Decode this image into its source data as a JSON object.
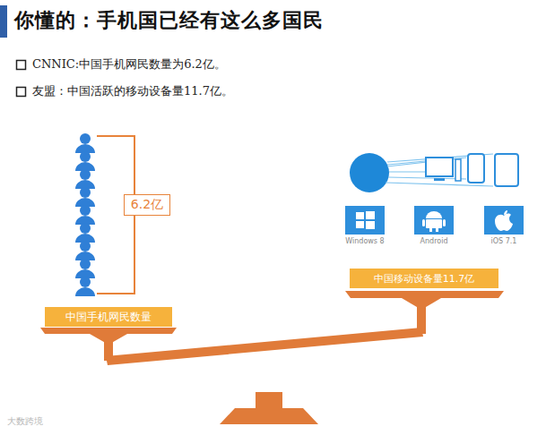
{
  "diagram": {
    "title": "你懂的：手机国已经有这么多国民",
    "nodes": [
      {
        "text": [
          "6.2亿"
        ]
      },
      {
        "text": [
          "中国手机网民数量"
        ]
      },
      {
        "text": [
          "中国移动设备量11.7亿"
        ]
      }
    ],
    "labels": [
      "CNNIC:中国手机网民数量为6.2亿。",
      "友盟：中国活跃的移动设备量11.7亿。",
      "Windows 8",
      "Android",
      "iOS 7.1",
      "大数跨境"
    ]
  }
}
